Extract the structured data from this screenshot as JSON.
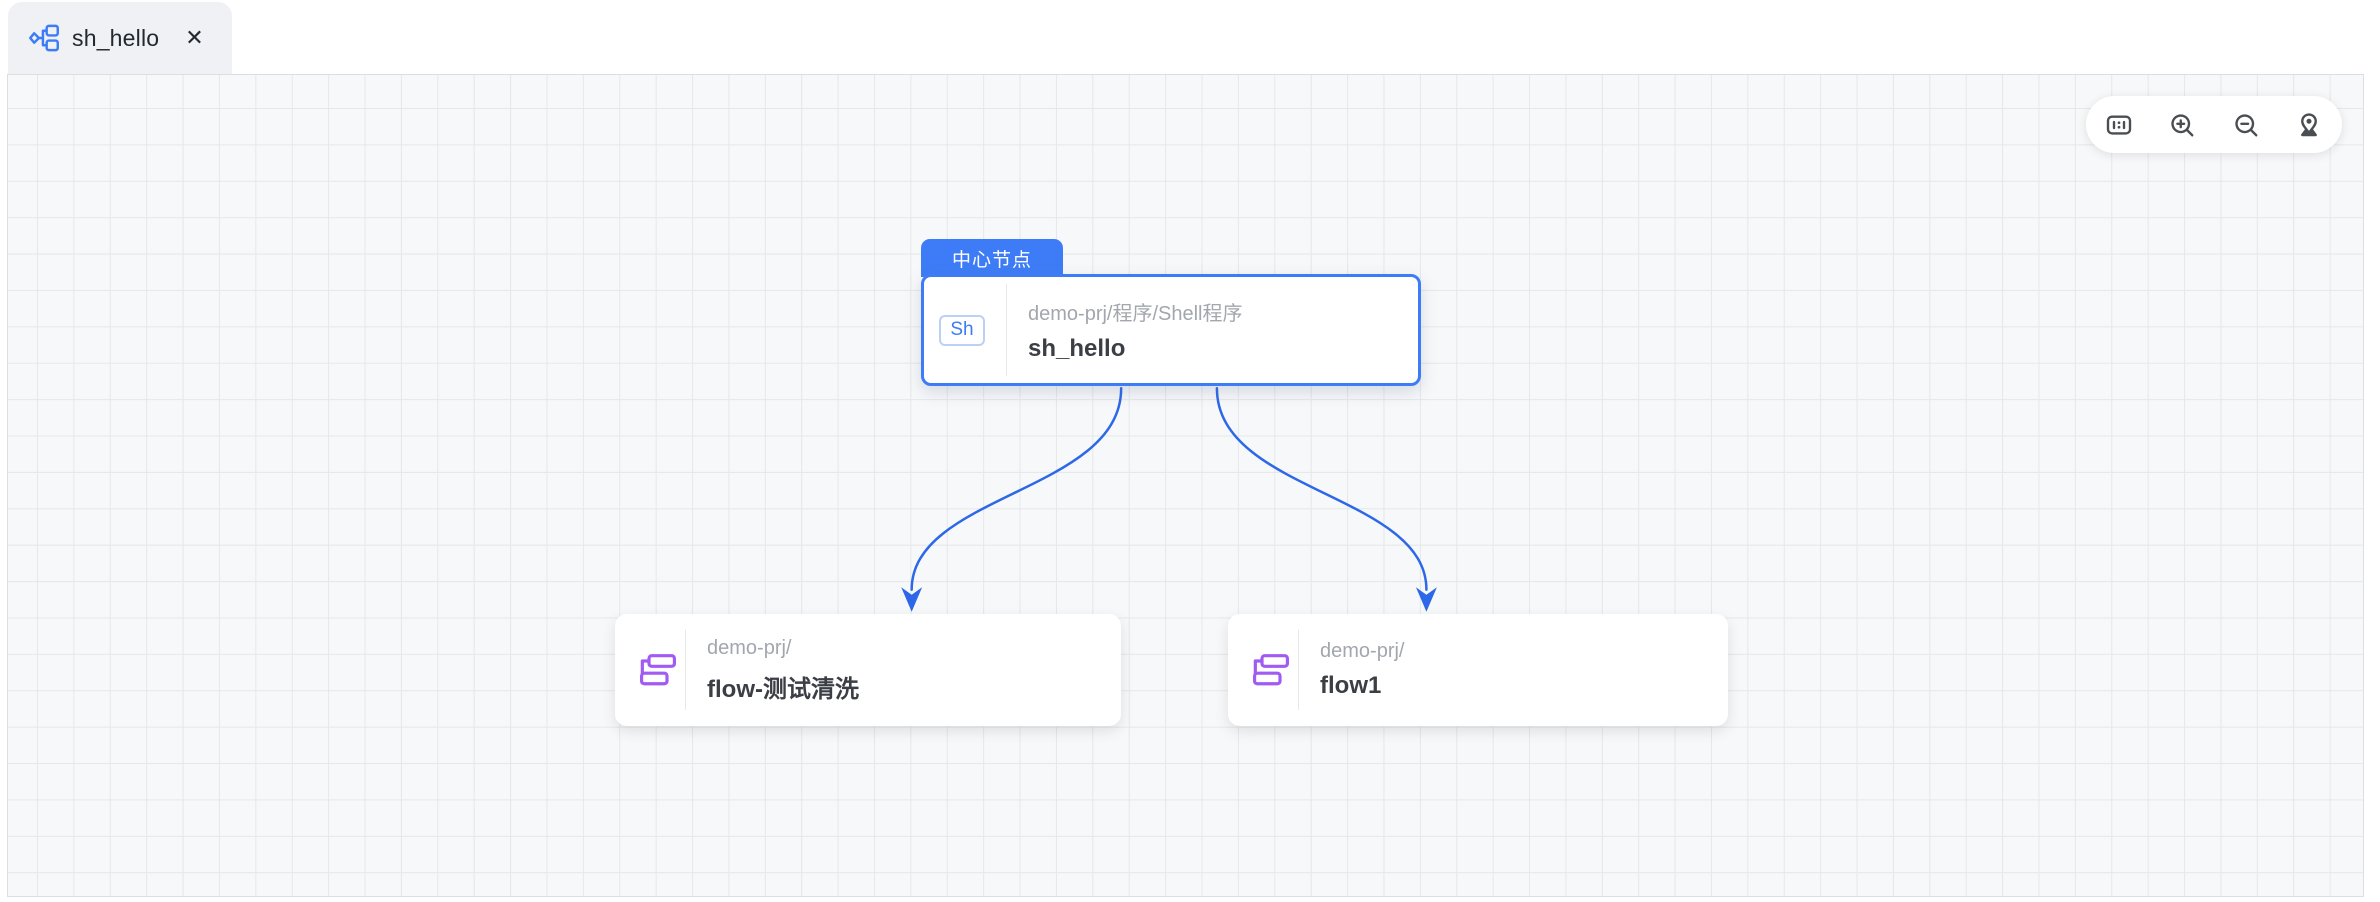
{
  "tab": {
    "icon": "lineage-graph-icon",
    "title": "sh_hello",
    "close": "✕"
  },
  "canvas_toolbar": {
    "buttons": [
      {
        "icon": "one-to-one-icon"
      },
      {
        "icon": "zoom-in-icon"
      },
      {
        "icon": "zoom-out-icon"
      },
      {
        "icon": "locate-center-icon"
      }
    ]
  },
  "graph": {
    "center_node": {
      "tag": "中心节点",
      "type_badge": "Sh",
      "path": "demo-prj/程序/Shell程序",
      "name": "sh_hello"
    },
    "children": [
      {
        "icon": "flow-icon",
        "path": "demo-prj/",
        "name": "flow-测试清洗"
      },
      {
        "icon": "flow-icon",
        "path": "demo-prj/",
        "name": "flow1"
      }
    ],
    "edges": [
      {
        "from": "sh_hello",
        "to": "flow-测试清洗"
      },
      {
        "from": "sh_hello",
        "to": "flow1"
      }
    ]
  },
  "colors": {
    "accent_blue": "#3D7CF6",
    "edge_blue": "#2C68E8",
    "purple": "#A15AF2",
    "tab_bg": "#EFF1F4",
    "canvas_bg": "#F7F8F9",
    "grid_line": "#E5E7EA",
    "icon_gray": "#4A4D52",
    "text_secondary": "#A2A7AE",
    "text_primary": "#3B3F45"
  }
}
